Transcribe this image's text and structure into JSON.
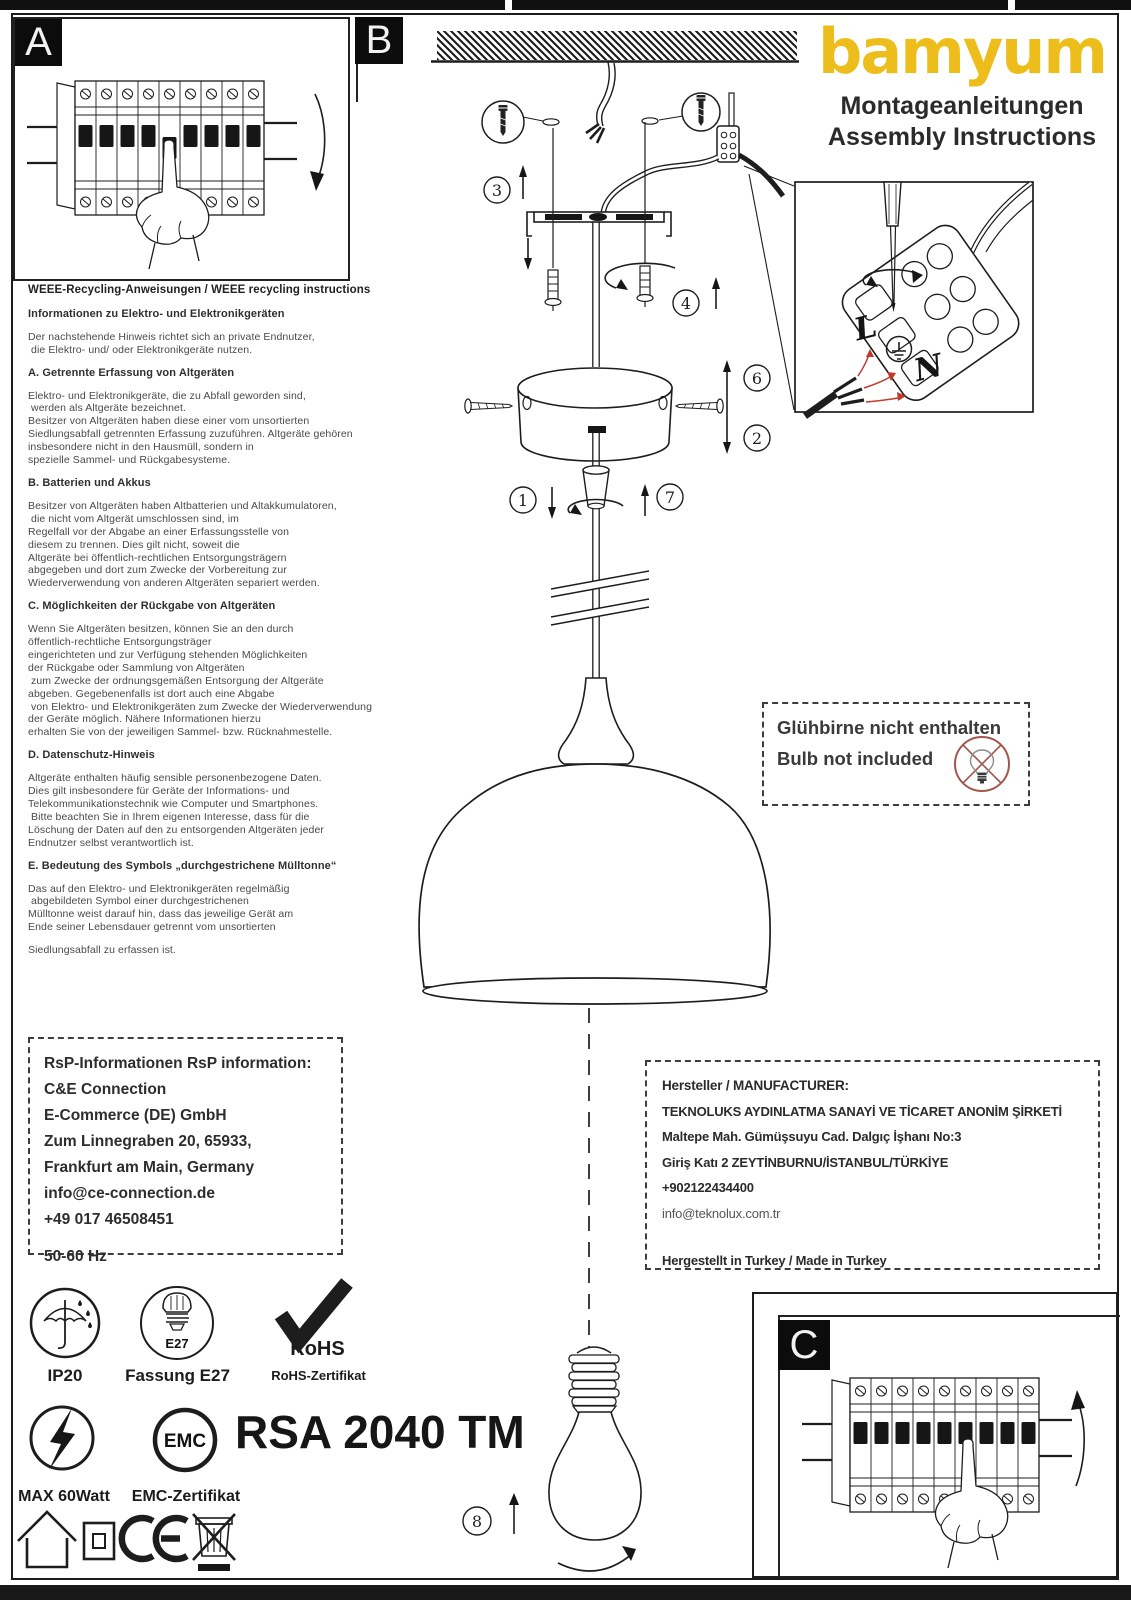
{
  "sections": {
    "a": "A",
    "b": "B",
    "c": "C"
  },
  "brand": {
    "name": "bamyum",
    "tagline_de": "Montageanleitungen",
    "tagline_en": "Assembly Instructions"
  },
  "weee": {
    "title": "WEEE-Recycling-Anweisungen / WEEE recycling instructions",
    "intro_heading": "Informationen zu Elektro- und Elektronikgeräten",
    "intro_body": "Der nachstehende Hinweis richtet sich an private Endnutzer,\n die Elektro- und/ oder Elektronikgeräte nutzen.",
    "sections": [
      {
        "heading": "A. Getrennte Erfassung von Altgeräten",
        "body": "Elektro- und Elektronikgeräte, die zu Abfall geworden sind,\n werden als Altgeräte bezeichnet.\nBesitzer von Altgeräten haben diese einer vom unsortierten\nSiedlungsabfall getrennten Erfassung zuzuführen. Altgeräte gehören\ninsbesondere nicht in den Hausmüll, sondern in\nspezielle Sammel- und Rückgabesysteme."
      },
      {
        "heading": "B. Batterien und Akkus",
        "body": "Besitzer von Altgeräten haben Altbatterien und Altakkumulatoren,\n die nicht vom Altgerät umschlossen sind, im\nRegelfall vor der Abgabe an einer Erfassungsstelle von\ndiesem zu trennen. Dies gilt nicht, soweit die\nAltgeräte bei öffentlich-rechtlichen Entsorgungsträgern\nabgegeben und dort zum Zwecke der Vorbereitung zur\nWiederverwendung von anderen Altgeräten separiert werden."
      },
      {
        "heading": "C. Möglichkeiten der Rückgabe von Altgeräten",
        "body": "Wenn Sie Altgeräten besitzen, können Sie an den durch\nöffentlich-rechtliche Entsorgungsträger\neingerichteten und zur Verfügung stehenden Möglichkeiten\nder Rückgabe oder Sammlung von Altgeräten\n zum Zwecke der ordnungsgemäßen Entsorgung der Altgeräte\nabgeben. Gegebenenfalls ist dort auch eine Abgabe\n von Elektro- und Elektronikgeräten zum Zwecke der Wiederverwendung\nder Geräte möglich. Nähere Informationen hierzu\nerhalten Sie von der jeweiligen Sammel- bzw. Rücknahmestelle."
      },
      {
        "heading": "D. Datenschutz-Hinweis",
        "body": "Altgeräte enthalten häufig sensible personenbezogene Daten.\nDies gilt insbesondere für Geräte der Informations- und\nTelekommunikationstechnik wie Computer und Smartphones.\n Bitte beachten Sie in Ihrem eigenen Interesse, dass für die\nLöschung der Daten auf den zu entsorgenden Altgeräten jeder\nEndnutzer selbst verantwortlich ist."
      },
      {
        "heading": "E. Bedeutung des Symbols „durchgestrichene Mülltonne“",
        "body": "Das auf den Elektro- und Elektronikgeräten regelmäßig\n abgebildeten Symbol einer durchgestrichenen\nMülltonne weist darauf hin, dass das jeweilige Gerät am\nEnde seiner Lebensdauer getrennt vom unsortierten"
      }
    ],
    "footer": "Siedlungsabfall zu erfassen ist."
  },
  "bulb_notice": {
    "de": "Glühbirne nicht enthalten",
    "en": "Bulb not included"
  },
  "rsp": {
    "title": "RsP-Informationen RsP information:",
    "lines": [
      "C&E Connection",
      "E-Commerce (DE) GmbH",
      "Zum Linnegraben 20, 65933,",
      "Frankfurt am Main, Germany",
      "info@ce-connection.de",
      "+49 017 46508451"
    ],
    "frequency": "50-60 Hz"
  },
  "manufacturer": {
    "title": "Hersteller / MANUFACTURER:",
    "name": "TEKNOLUKS AYDINLATMA SANAYİ VE TİCARET ANONİM ŞİRKETİ",
    "address1": "Maltepe Mah. Gümüşsuyu Cad. Dalgıç İşhanı No:3",
    "address2": "Giriş Katı 2 ZEYTİNBURNU/İSTANBUL/TÜRKİYE",
    "phone": "+902122434400",
    "email": "info@teknolux.com.tr",
    "origin": "Hergestellt in Turkey / Made in Turkey"
  },
  "certifications": {
    "ip": "IP20",
    "socket_label": "Fassung E27",
    "socket_code": "E27",
    "rohs_word": "RoHS",
    "rohs_label": "RoHS-Zertifikat",
    "max_watt": "MAX 60Watt",
    "emc_word": "EMC",
    "emc_label": "EMC-Zertifikat"
  },
  "model": "RSA 2040 TM",
  "diagram": {
    "steps": {
      "n1": "1",
      "n2": "2",
      "n3": "3",
      "n4": "4",
      "n6": "6",
      "n7": "7",
      "n8": "8"
    },
    "wiring": {
      "live": "L",
      "neutral": "N"
    }
  },
  "icons": {
    "ip20": "umbrella-rain-icon",
    "socket": "e27-bulb-icon",
    "rohs": "check-mark-icon",
    "max_watt": "lightning-bolt-icon",
    "emc": "emc-roundel-icon",
    "indoor": "house-icon",
    "class2": "double-square-icon",
    "ce": "ce-mark-icon",
    "weee_bin": "crossed-out-bin-icon",
    "bulb_excluded": "crossed-out-bulb-icon",
    "earth": "earth-ground-icon"
  },
  "colors": {
    "brand_yellow": "#edbe1b",
    "arrow_red": "#c0392b",
    "notice_ring": "#a2574d",
    "ink": "#1d1d1d"
  }
}
